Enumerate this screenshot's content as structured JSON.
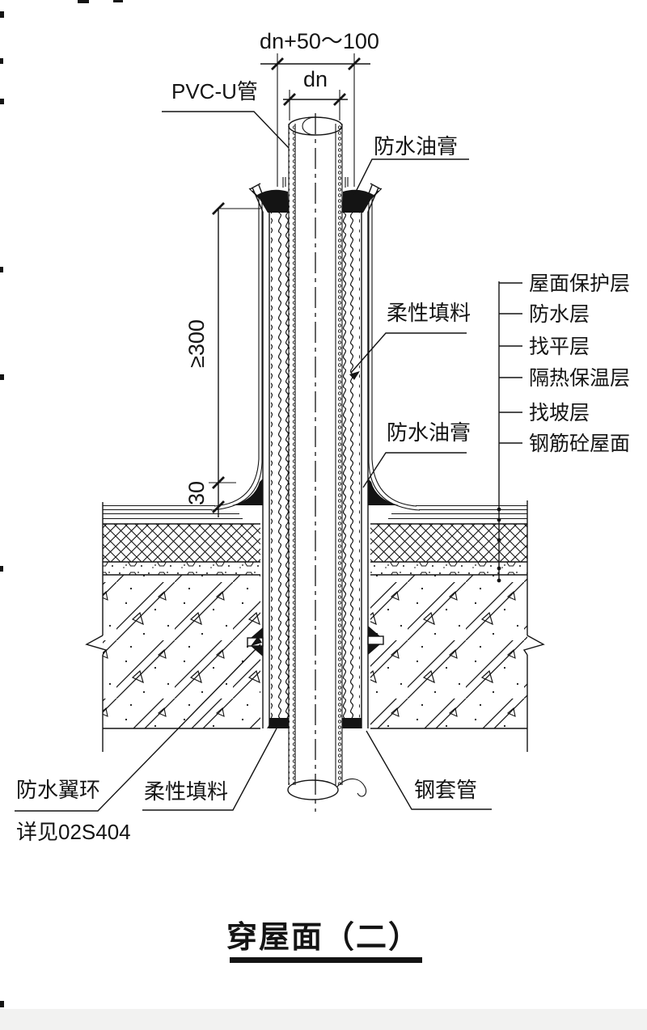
{
  "drawing": {
    "title": "穿屋面（二）",
    "dim_outer": "dn+50～100",
    "dim_pipe": "dn",
    "dim_height": "≥300",
    "dim_sealant": "30",
    "label_pipe": "PVC-U管",
    "label_sealant_top": "防水油膏",
    "label_filler_mid": "柔性填料",
    "label_sealant_mid": "防水油膏",
    "label_wing_ring": "防水翼环",
    "label_wing_ring_note": "详见02S404",
    "label_filler_bottom": "柔性填料",
    "label_sleeve": "钢套管"
  },
  "roof_layers": [
    "屋面保护层",
    "防水层",
    "找平层",
    "隔热保温层",
    "找坡层",
    "钢筋砼屋面"
  ],
  "colors": {
    "ink": "#141414",
    "paper": "#ffffff"
  }
}
